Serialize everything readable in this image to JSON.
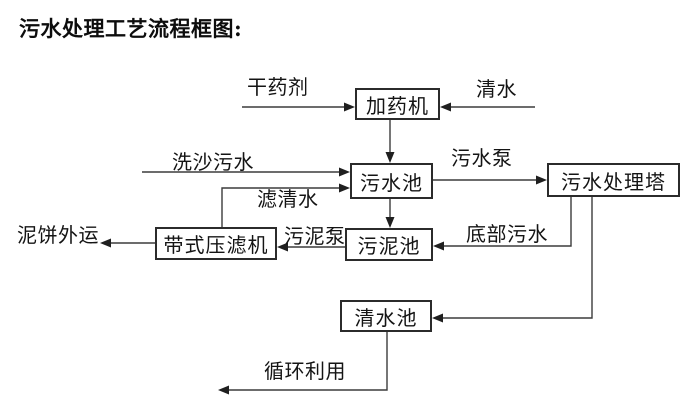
{
  "title": "污水处理工艺流程框图:",
  "colors": {
    "background": "#ffffff",
    "line": "#3c3c3c",
    "box_border": "#2b2b2b",
    "text": "#141414"
  },
  "nodes": {
    "dosing_machine": "加药机",
    "sewage_pool": "污水池",
    "sewage_treatment_tower": "污水处理塔",
    "belt_filter_press": "带式压滤机",
    "sludge_pool": "污泥池",
    "clean_water_pool": "清水池"
  },
  "flow_labels": {
    "dry_chemical": "干药剂",
    "clean_water": "清水",
    "sand_washing_sewage": "洗沙污水",
    "sewage_pump": "污水泵",
    "filtered_water": "滤清水",
    "sludge_pump": "污泥泵",
    "bottom_sewage": "底部污水",
    "mud_cake_outbound": "泥饼外运",
    "recycling": "循环利用"
  },
  "edges": [
    {
      "from": "干药剂",
      "to": "加药机"
    },
    {
      "from": "清水",
      "to": "加药机"
    },
    {
      "from": "加药机",
      "to": "污水池"
    },
    {
      "from": "洗沙污水",
      "to": "污水池"
    },
    {
      "from": "带式压滤机",
      "to": "污水池",
      "label": "滤清水"
    },
    {
      "from": "污水池",
      "to": "污水处理塔",
      "label": "污水泵"
    },
    {
      "from": "污水池",
      "to": "污泥池"
    },
    {
      "from": "污水处理塔",
      "to": "污泥池",
      "label": "底部污水"
    },
    {
      "from": "污泥池",
      "to": "带式压滤机",
      "label": "污泥泵"
    },
    {
      "from": "带式压滤机",
      "to": "泥饼外运"
    },
    {
      "from": "污水处理塔",
      "to": "清水池"
    },
    {
      "from": "清水池",
      "to": "循环利用"
    }
  ]
}
